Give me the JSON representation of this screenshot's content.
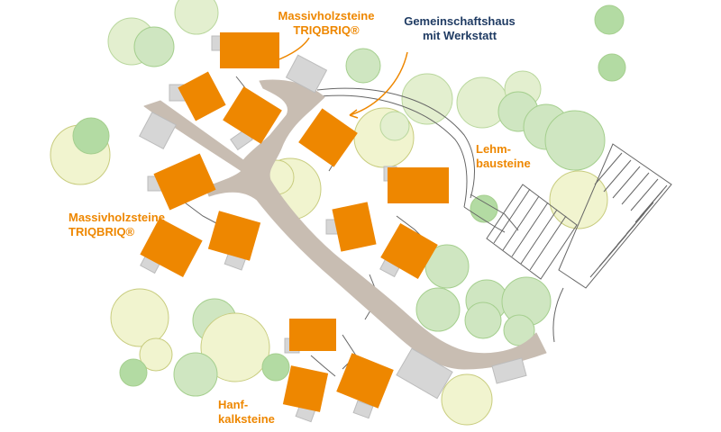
{
  "colors": {
    "building": "#ee8700",
    "annex": "#d6d6d6",
    "road": "#c8bdb2",
    "tree_yellow_fill": "#f1f4cf",
    "tree_yellow_stroke": "#c8cc7e",
    "tree_green_fill": "#cfe6c1",
    "tree_green_stroke": "#a5cf8e",
    "tree_dark_fill": "#b3dba3",
    "label_orange": "#ee8700",
    "label_navy": "#1f3b63",
    "outline": "#555555"
  },
  "labels": {
    "top_material": {
      "line1": "Massivholzsteine",
      "line2": "TRIQBRIQ®"
    },
    "community": {
      "line1": "Gemeinschaftshaus",
      "line2": "mit Werkstatt"
    },
    "clay": {
      "line1": "Lehm-",
      "line2": "bausteine"
    },
    "left_material": {
      "line1": "Massivholzsteine",
      "line2": "TRIQBRIQ®"
    },
    "hemp": {
      "line1": "Hanf-",
      "line2": "kalksteine"
    }
  }
}
